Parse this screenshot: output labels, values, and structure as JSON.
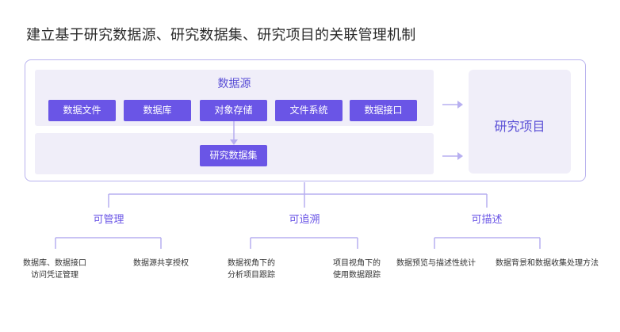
{
  "title": "建立基于研究数据源、研究数据集、研究项目的关联管理机制",
  "sources": {
    "title": "数据源",
    "items": [
      "数据文件",
      "数据库",
      "对象存储",
      "文件系统",
      "数据接口"
    ]
  },
  "dataset": {
    "label": "研究数据集"
  },
  "project": {
    "label": "研究项目"
  },
  "categories": [
    {
      "label": "可管理",
      "leaves": [
        [
          "数据库、数据接口",
          "访问凭证管理"
        ],
        [
          "数据源共享授权"
        ]
      ]
    },
    {
      "label": "可追溯",
      "leaves": [
        [
          "数据视角下的",
          "分析项目跟踪"
        ],
        [
          "项目视角下的",
          "使用数据跟踪"
        ]
      ]
    },
    {
      "label": "可描述",
      "leaves": [
        [
          "数据预览与描述性统计"
        ],
        [
          "数据背景和数据收集处理方法"
        ]
      ]
    }
  ],
  "colors": {
    "accent": "#6a55e6",
    "panel": "#f0eef9",
    "border": "#b9b3ee",
    "connector": "#b7aff0"
  }
}
